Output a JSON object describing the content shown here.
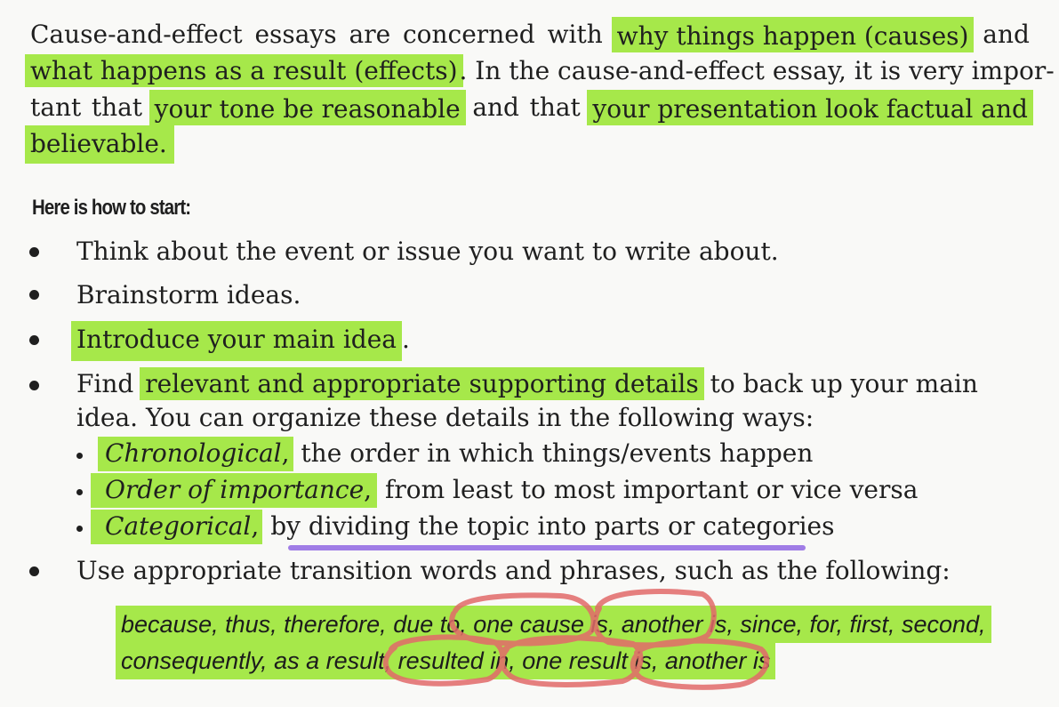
{
  "paragraph": {
    "line1": [
      "Cause-and-effect",
      "essays",
      "are",
      "concerned",
      "with",
      "why things happen (causes)",
      "and"
    ],
    "line2": [
      "what happens as a result (effects)",
      ". In the cause-and-effect essay, it is very impor-"
    ],
    "line3": [
      "tant",
      "that",
      "your tone be reasonable",
      "and",
      "that",
      "your presentation look factual and"
    ],
    "line4": "believable."
  },
  "heading": "Here is how to start:",
  "bullets": [
    "Think about the event or issue you want to write about.",
    "Brainstorm ideas.",
    {
      "hl": "Introduce your main idea",
      "rest": "."
    },
    {
      "pre": "Find ",
      "hl": "relevant and appropriate supporting details",
      "rest": " to back up your main",
      "line2": "idea. You can organize these details in the following ways:"
    },
    "Use appropriate transition words and phrases, such as the following:"
  ],
  "sub_bullets": [
    {
      "term": "Chronological",
      "comma": ",",
      "desc": " the order in which things/events happen"
    },
    {
      "term": "Order of importance",
      "comma": ",",
      "desc": " from least to most important or vice versa"
    },
    {
      "term": "Categorical",
      "comma": ",",
      "pre": " by ",
      "desc": "dividing the topic into parts or categories"
    }
  ],
  "transitions": {
    "line1": "because, thus, therefore, due to, one cause is, another is, since, for, first, second,",
    "line2": "consequently, as a result, resulted in, one result is, another is"
  },
  "colors": {
    "highlight": "#a6e84a",
    "underline": "#a07de6",
    "circle": "#e26a6a"
  }
}
